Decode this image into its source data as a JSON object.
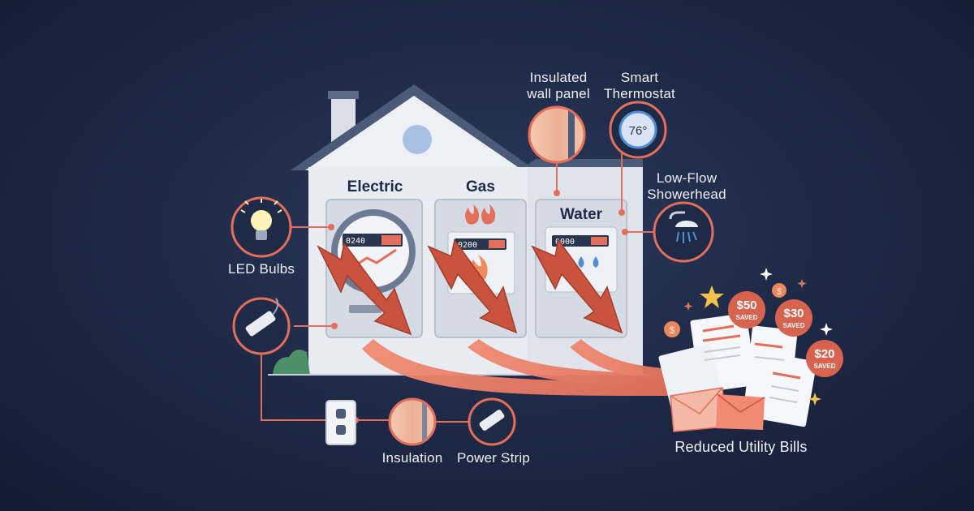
{
  "meters": {
    "electric": {
      "title": "Electric",
      "reading": "0240"
    },
    "gas": {
      "title": "Gas",
      "reading": "0200"
    },
    "water": {
      "title": "Water",
      "reading": "0000"
    }
  },
  "callouts": {
    "insulated_wall_panel": "Insulated\nwall panel",
    "smart_thermostat": "Smart\nThermostat",
    "thermostat_reading": "76°",
    "low_flow_showerhead": "Low-Flow\nShowerhead",
    "led_bulbs": "LED Bulbs",
    "insulation": "Insulation",
    "power_strip": "Power Strip"
  },
  "savings": {
    "caption": "Reduced Utility Bills",
    "badges": [
      {
        "amount": "$50",
        "word": "SAVED"
      },
      {
        "amount": "$30",
        "word": "SAVED"
      },
      {
        "amount": "$20",
        "word": "SAVED"
      }
    ]
  },
  "colors": {
    "accent": "#e36f5a",
    "arrow": "#c9533f",
    "house": "#e9edf3",
    "background": "#1f2a47",
    "meter_panel": "#d5dbe4"
  },
  "icons": [
    "lightbulb-icon",
    "power-strip-icon",
    "wall-outlet-icon",
    "insulation-icon",
    "thermostat-icon",
    "showerhead-icon",
    "flame-icon",
    "water-drop-icon",
    "envelope-icon",
    "coin-icon",
    "star-icon",
    "sparkle-icon"
  ]
}
